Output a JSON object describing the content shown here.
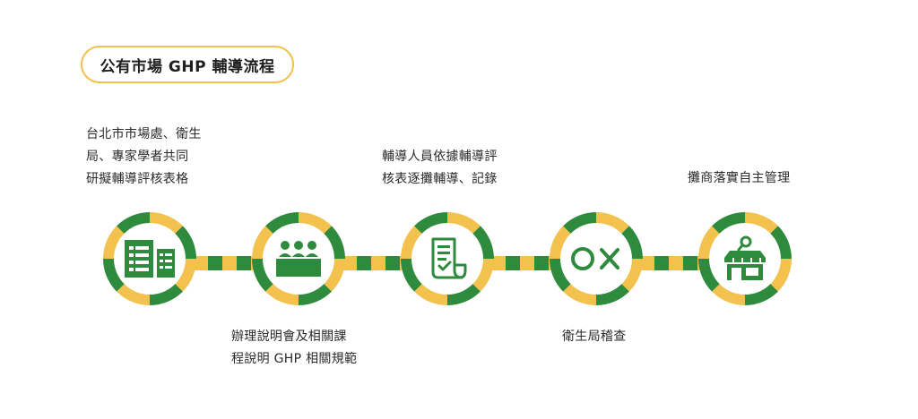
{
  "title": "公有市場 GHP 輔導流程",
  "colors": {
    "green": "#2e8b3e",
    "yellow": "#f2c14e",
    "text": "#2a2a2a"
  },
  "steps": [
    {
      "label": "台北市市場處、衛生\n局、專家學者共同\n研擬輔導評核表格",
      "label_position": "above",
      "icon": "evaluation-form-icon"
    },
    {
      "label": "辦理說明會及相關課\n程說明 GHP 相關規範",
      "label_position": "below",
      "icon": "seminar-audience-icon"
    },
    {
      "label": "輔導人員依據輔導評\n核表逐攤輔導、記錄",
      "label_position": "above",
      "icon": "checklist-receipt-icon"
    },
    {
      "label": "衛生局稽查",
      "label_position": "below",
      "icon": "circle-cross-icon"
    },
    {
      "label": "攤商落實自主管理",
      "label_position": "above",
      "icon": "market-stall-search-icon"
    }
  ]
}
